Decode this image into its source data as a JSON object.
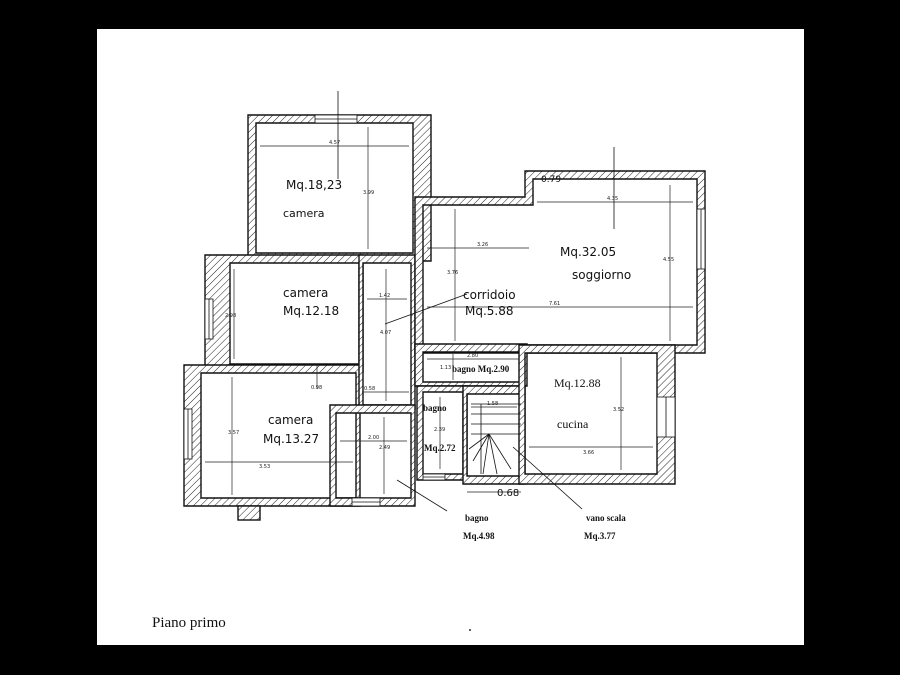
{
  "title": "Piano primo",
  "rooms": {
    "camera1": {
      "area": "Mq.18,23",
      "name": "camera"
    },
    "camera2": {
      "name": "camera",
      "area": "Mq.12.18"
    },
    "camera3": {
      "name": "camera",
      "area": "Mq.13.27"
    },
    "soggiorno": {
      "area": "Mq.32.05",
      "name": "soggiorno"
    },
    "corridoio": {
      "name": "corridoio",
      "area": "Mq.5.88"
    },
    "bagno_small": {
      "label": "bagno Mq.2.90"
    },
    "bagno2": {
      "name": "bagno",
      "area": "Mq.2.72"
    },
    "cucina": {
      "area": "Mq.12.88",
      "name": "cucina"
    },
    "bagno3": {
      "name": "bagno",
      "area": "Mq.4.98"
    },
    "vano_scala": {
      "name": "vano scala",
      "area": "Mq.3.77"
    }
  },
  "dimensions": {
    "d457": "4.57",
    "d399": "3.99",
    "d079": "0.79",
    "d435": "4.35",
    "d326": "3.26",
    "d376": "3.76",
    "d455": "4.55",
    "d761": "7.61",
    "d298": "2.98",
    "d142": "1.42",
    "d407": "4.07",
    "d098": "0.98",
    "d058": "0.58",
    "d357": "3.57",
    "d353": "3.53",
    "d200": "2.00",
    "d249": "2.49",
    "d280": "2.80",
    "d113": "1.13",
    "d239": "2.39",
    "d158": "1.58",
    "d352": "3.52",
    "d366": "3.66",
    "d068": "0.68"
  }
}
